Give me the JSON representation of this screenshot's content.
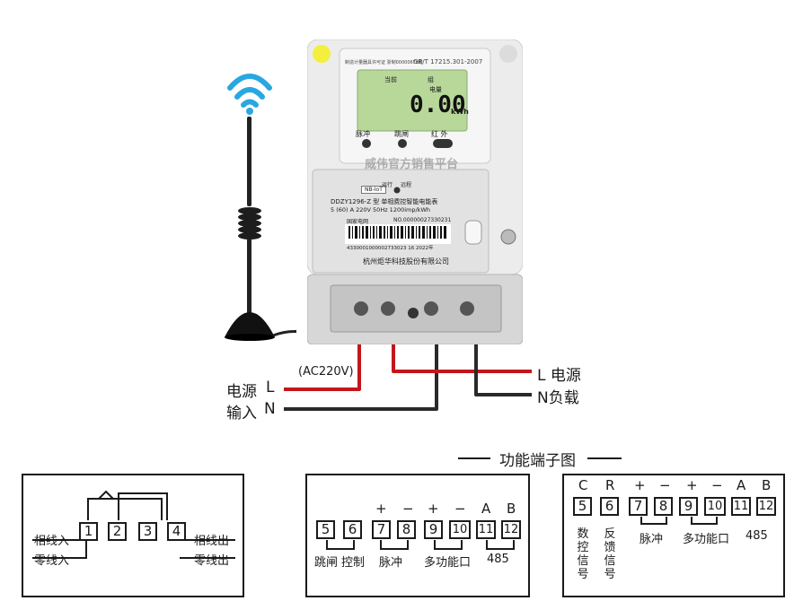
{
  "meter": {
    "cert_no": "制造计量器具许可证 浙制00000678号",
    "standard": "GB/T 17215.301-2007",
    "lcd_label_current": "当前",
    "lcd_label_group": "组",
    "lcd_label_energy": "电量",
    "lcd_value": "0.00",
    "lcd_unit": "kWh",
    "ind_pulse": "脉冲",
    "ind_trip": "跳闸",
    "ind_ir": "红 外",
    "watermark": "威伟官方销售平台",
    "badge_nbiot": "NB-IoT",
    "ind_run": "运行",
    "ind_comm": "远程",
    "model": "DDZY1296-Z 型 单相费控智能电能表",
    "spec": "5 (60) A  220V  50Hz  1200imp/kWh",
    "grid": "国家电网",
    "serial": "NO.00000027330231",
    "barcode_text": "4330001000002733023 16   2022年",
    "manufacturer": "杭州炬华科技股份有限公司"
  },
  "wiring": {
    "source_label": "电源",
    "source_L": "L",
    "input_label": "输入",
    "input_N": "N",
    "ac_label": "(AC220V)",
    "load_L": "L 电源",
    "load_N": "N负载"
  },
  "diagram1": {
    "terminals": [
      "1",
      "2",
      "3",
      "4"
    ],
    "phase_in": "相线入",
    "neutral_in": "零线入",
    "phase_out": "相线出",
    "neutral_out": "零线出"
  },
  "diagram_title": "功能端子图",
  "diagram2": {
    "terminals": [
      "5",
      "6",
      "7",
      "8",
      "9",
      "10",
      "11",
      "12"
    ],
    "signs": [
      "+",
      "−",
      "+",
      "−",
      "A",
      "B"
    ],
    "labels": [
      "跳闸",
      "控制",
      "脉冲",
      "多功能口",
      "485"
    ]
  },
  "diagram3": {
    "top_letters": [
      "C",
      "R",
      "+",
      "−",
      "+",
      "−",
      "A",
      "B"
    ],
    "terminals": [
      "5",
      "6",
      "7",
      "8",
      "9",
      "10",
      "11",
      "12"
    ],
    "vlabel1": "数控信号",
    "vlabel2": "反馈信号",
    "pulse": "脉冲",
    "multi": "多功能口",
    "rs485": "485"
  },
  "colors": {
    "live": "#c4161c",
    "neutral": "#2a2a2a",
    "lcd": "#b8d89a"
  }
}
